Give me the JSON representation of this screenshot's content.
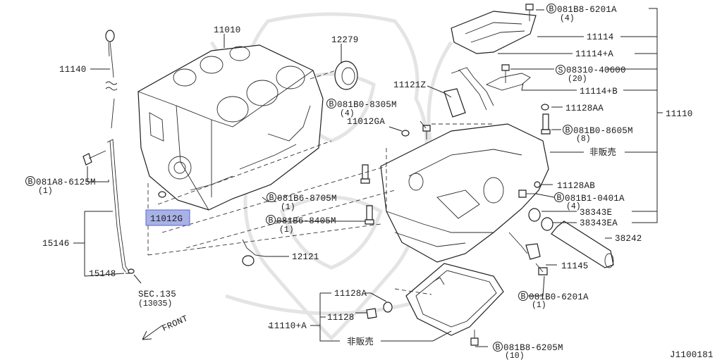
{
  "colors": {
    "line": "#222222",
    "highlight_fill": "#a9b2e6",
    "highlight_border": "#5a66c8",
    "watermark": "#e4e4e4"
  },
  "diagram_id": "J1100181",
  "labels": {
    "p11010": "11010",
    "p12279": "12279",
    "p11140": "11140",
    "p081A8_6125M": "081A8-6125M",
    "p081A8_6125M_qty": "(1)",
    "p11012G": "11012G",
    "p15146": "15146",
    "p15148": "15148",
    "sec135": "SEC.135",
    "sec135_sub": "(13035)",
    "front": "FRONT",
    "p12121": "12121",
    "p081B6_8705M": "081B6-8705M",
    "p081B6_8705M_qty": "(1)",
    "p081B6_8405M": "081B6-8405M",
    "p081B6_8405M_qty": "(1)",
    "p081B0_8305M": "081B0-8305M",
    "p081B0_8305M_qty": "(4)",
    "p11012GA": "11012GA",
    "p11121Z": "11121Z",
    "p081B8_6201A": "081B8-6201A",
    "p081B8_6201A_qty": "(4)",
    "p11114": "11114",
    "p11114A": "11114+A",
    "p08310_40600": "08310-40600",
    "p08310_40600_qty": "(20)",
    "p11114B": "11114+B",
    "p11128AA": "11128AA",
    "p081B0_8605M": "081B0-8605M",
    "p081B0_8605M_qty": "(8)",
    "not_for_sale_1": "非販売",
    "p11110": "11110",
    "p11128AB": "11128AB",
    "p081B1_0401A": "081B1-0401A",
    "p081B1_0401A_qty": "(4)",
    "p38343E": "38343E",
    "p38343EA": "38343EA",
    "p38242": "38242",
    "p11145": "11145",
    "p081B0_6201A": "081B0-6201A",
    "p081B0_6201A_qty": "(1)",
    "p11128A": "11128A",
    "p11128": "11128",
    "p11110A": "11110+A",
    "not_for_sale_2": "非販売",
    "p081B8_6205M": "081B8-6205M",
    "p081B8_6205M_qty": "(10)"
  },
  "prefix_marks": {
    "bolt": "B",
    "screw": "S"
  }
}
